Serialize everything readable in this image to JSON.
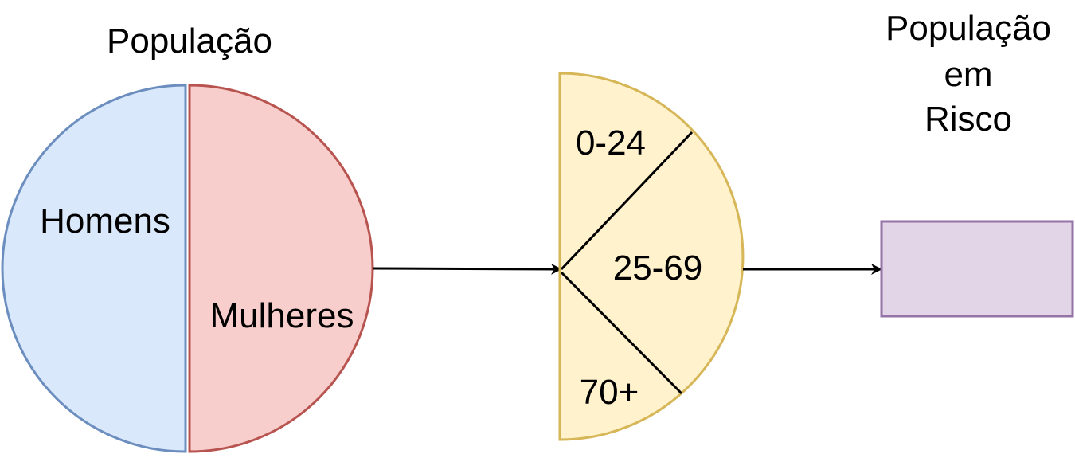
{
  "diagram": {
    "population_title": "População",
    "men_label": "Homens",
    "women_label": "Mulheres",
    "age_groups": [
      "0-24",
      "25-69",
      "70+"
    ],
    "risk_title_lines": [
      "População",
      "em",
      "Risco"
    ]
  },
  "colors": {
    "men_fill": "#dae8fc",
    "men_stroke": "#6c8ebf",
    "women_fill": "#f8cecc",
    "women_stroke": "#b85450",
    "age_fill": "#fff2cc",
    "age_stroke": "#d6b656",
    "risk_fill": "#e1d5e7",
    "risk_stroke": "#9673a6",
    "line": "#000000"
  }
}
